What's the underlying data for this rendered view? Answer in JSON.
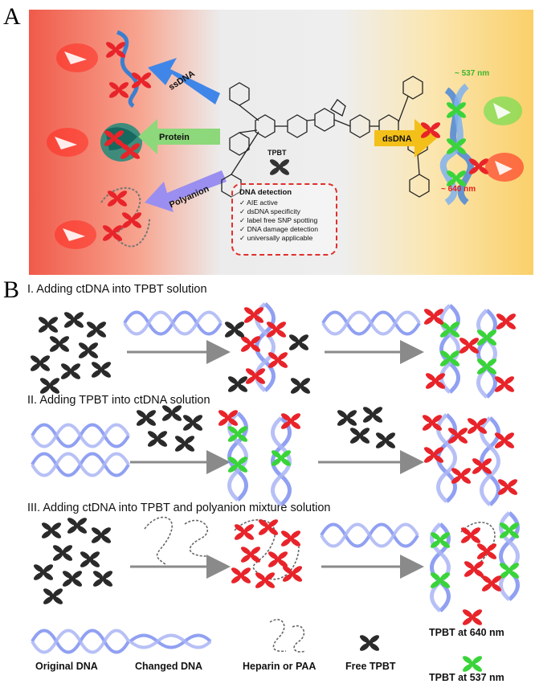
{
  "panel_a": {
    "letter": "A",
    "arrows": {
      "ssdna": "ssDNA",
      "protein": "Protein",
      "polyanion": "Polyanion",
      "dsdna": "dsDNA"
    },
    "molecule_name": "TPBT",
    "emission_green": "~ 537 nm",
    "emission_red": "~ 640 nm",
    "dna_detection": {
      "title": "DNA detection",
      "items": [
        "AIE active",
        "dsDNA specificity",
        "label free SNP spotting",
        "DNA damage detection",
        "universally applicable"
      ]
    }
  },
  "panel_b": {
    "letter": "B",
    "rows": [
      {
        "title": "I. Adding ctDNA into TPBT solution"
      },
      {
        "title": "II. Adding TPBT into ctDNA solution"
      },
      {
        "title": "III. Adding ctDNA into TPBT and polyanion mixture solution"
      }
    ],
    "legend": {
      "original_dna": "Original DNA",
      "changed_dna": "Changed DNA",
      "heparin": "Heparin or PAA",
      "free_tpbt": "Free TPBT",
      "tpbt_640": "TPBT at 640 nm",
      "tpbt_537": "TPBT at 537 nm"
    }
  },
  "colors": {
    "red_probe": "#e8242a",
    "green_probe": "#3ad43a",
    "black_probe": "#2a2a2a",
    "dna_blue": "#7d8ff0",
    "dashed_box": "#e0302a",
    "arrow_grey": "#8a8a8a"
  }
}
